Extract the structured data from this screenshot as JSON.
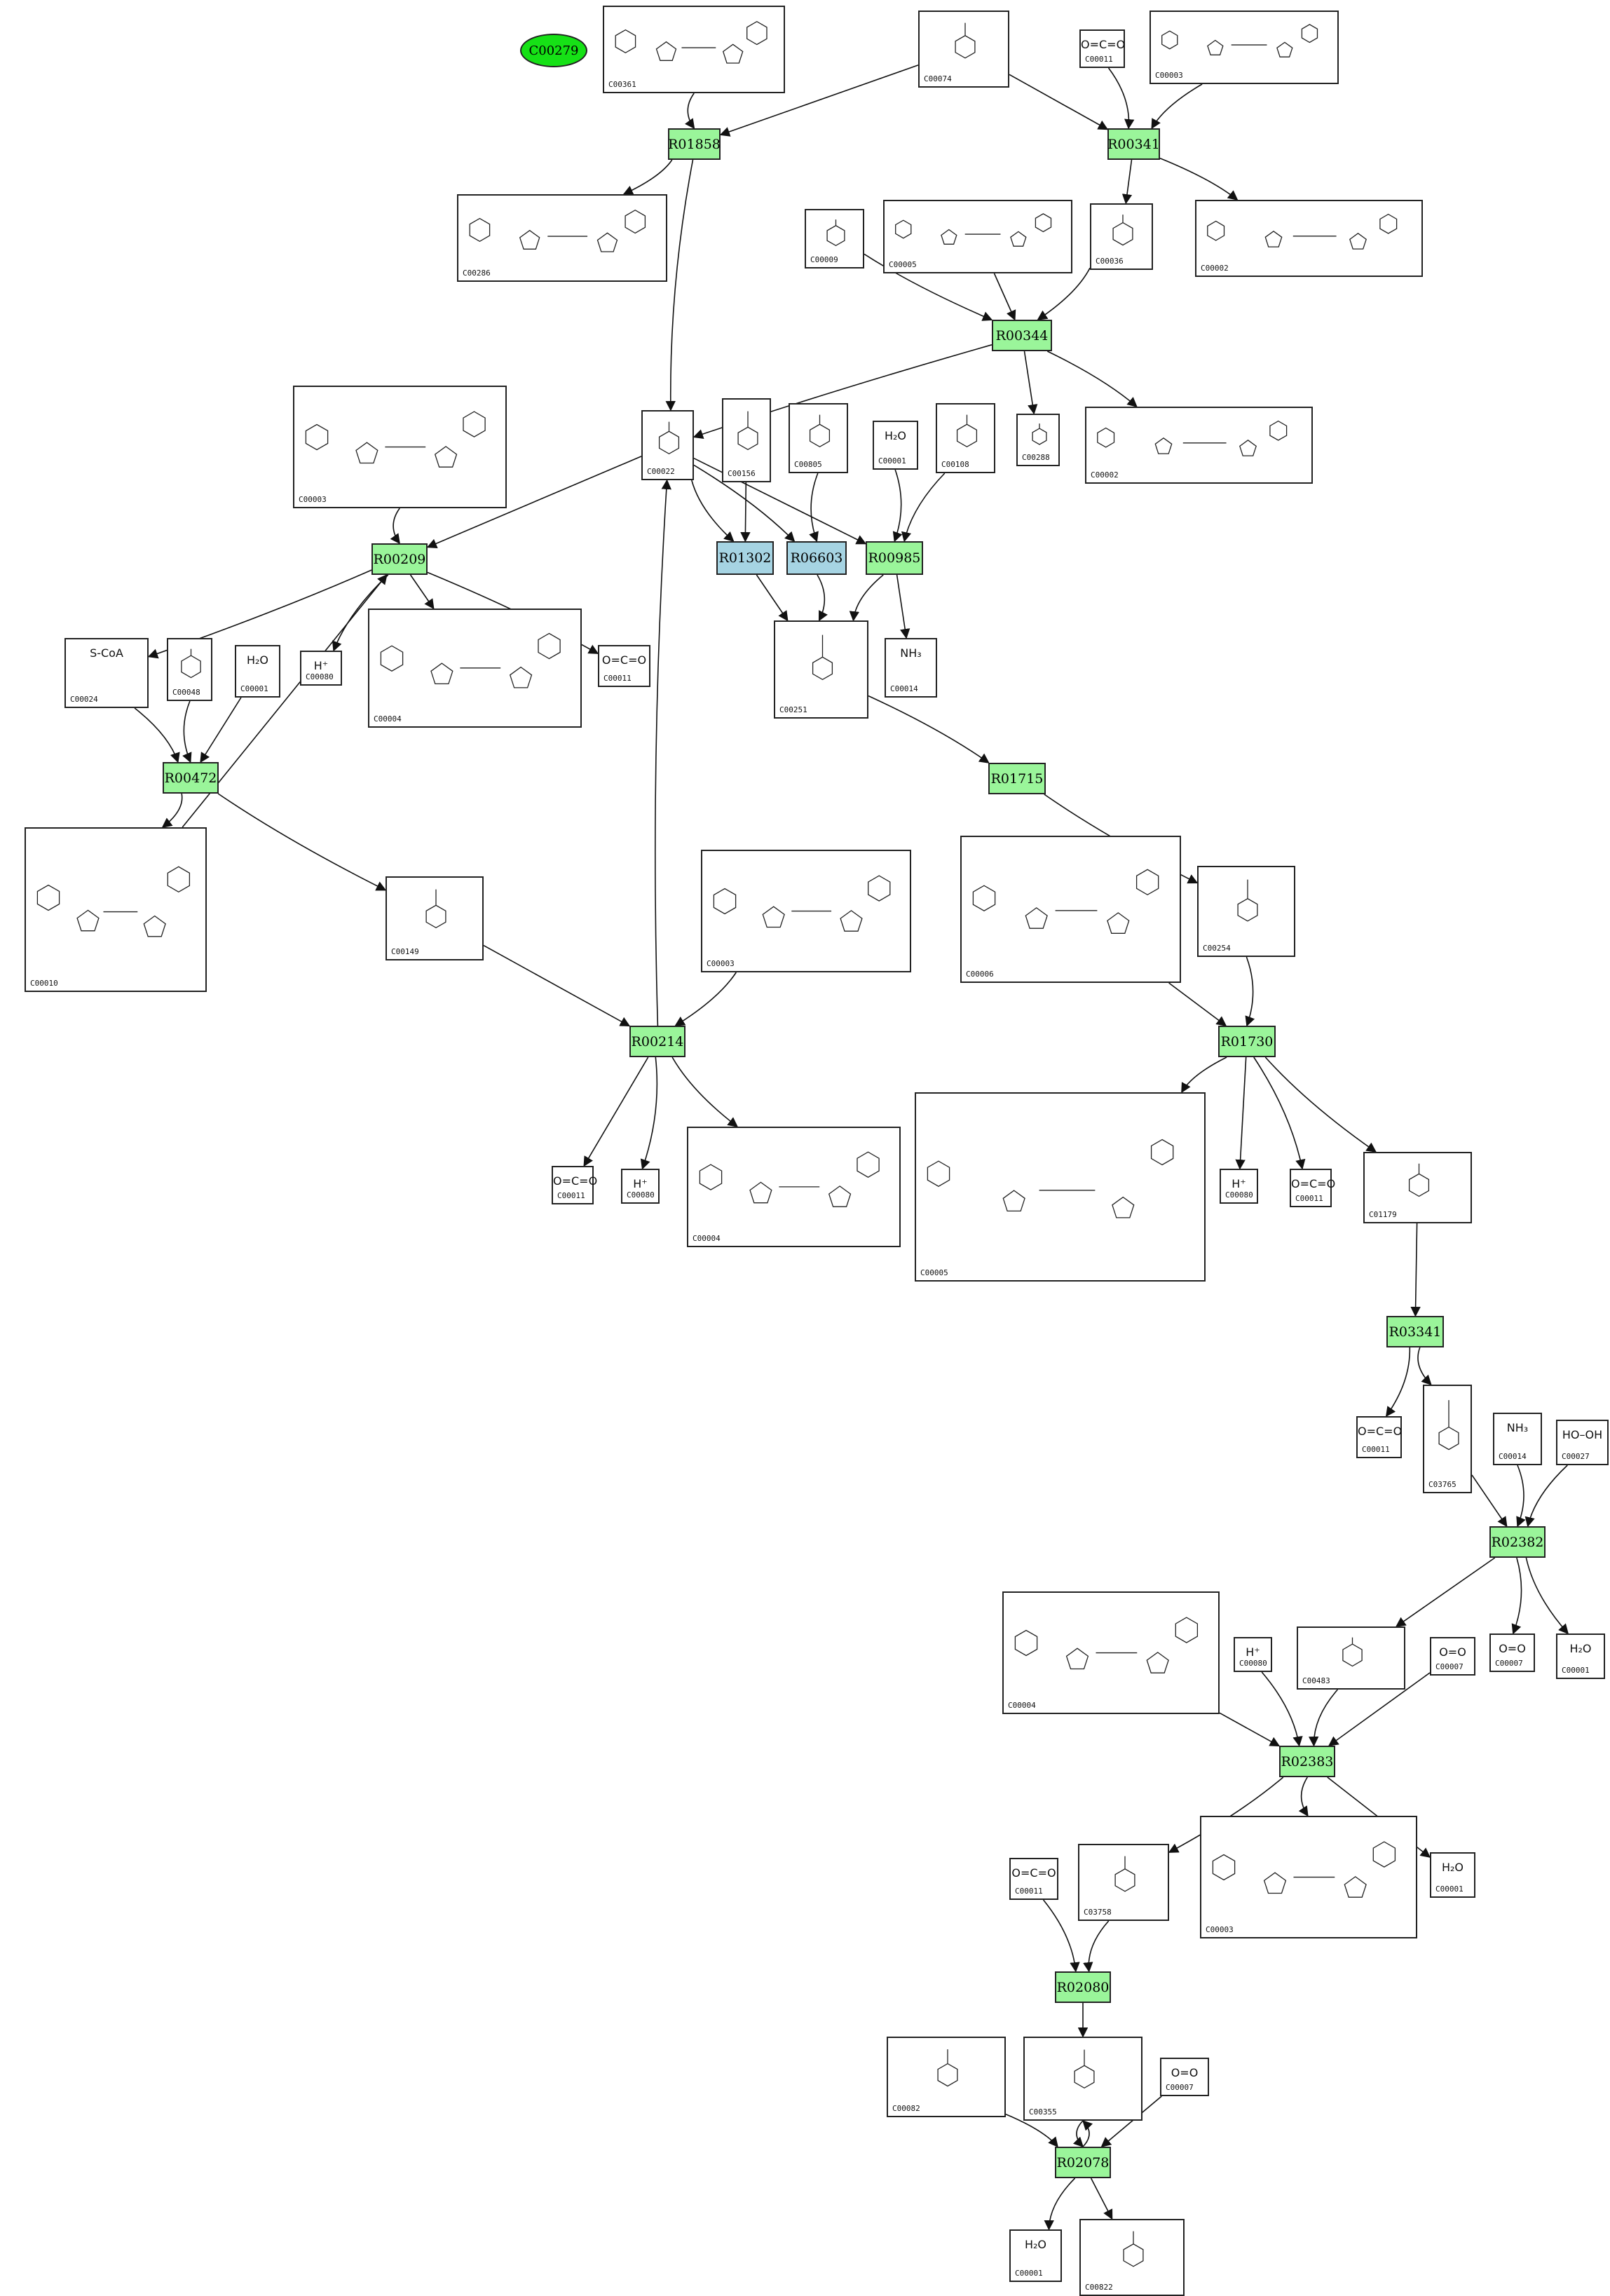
{
  "colors": {
    "reaction_default": "#9af59a",
    "reaction_highlight": "#a6d4e3",
    "start_compound": "#16e116"
  },
  "start_node": {
    "id": "C00279"
  },
  "reactions": [
    {
      "id": "R01858",
      "color": "green"
    },
    {
      "id": "R00341",
      "color": "green"
    },
    {
      "id": "R00344",
      "color": "green"
    },
    {
      "id": "R00209",
      "color": "green"
    },
    {
      "id": "R01302",
      "color": "blue"
    },
    {
      "id": "R06603",
      "color": "blue"
    },
    {
      "id": "R00985",
      "color": "green"
    },
    {
      "id": "R00472",
      "color": "green"
    },
    {
      "id": "R01715",
      "color": "green"
    },
    {
      "id": "R00214",
      "color": "green"
    },
    {
      "id": "R01730",
      "color": "green"
    },
    {
      "id": "R03341",
      "color": "green"
    },
    {
      "id": "R02382",
      "color": "green"
    },
    {
      "id": "R02383",
      "color": "green"
    },
    {
      "id": "R02080",
      "color": "green"
    },
    {
      "id": "R02078",
      "color": "green"
    }
  ],
  "compounds": [
    {
      "id": "C00361",
      "label": "",
      "kind": "nucleotide"
    },
    {
      "id": "C00074",
      "label": "",
      "kind": "small"
    },
    {
      "id": "C00011",
      "label": "O=C=O",
      "kind": "text"
    },
    {
      "id": "C00003",
      "label": "",
      "kind": "nucleotide"
    },
    {
      "id": "C00286",
      "label": "",
      "kind": "nucleotide"
    },
    {
      "id": "C00009",
      "label": "",
      "kind": "small"
    },
    {
      "id": "C00005",
      "label": "",
      "kind": "nucleotide"
    },
    {
      "id": "C00036",
      "label": "",
      "kind": "small"
    },
    {
      "id": "C00002",
      "label": "",
      "kind": "nucleotide"
    },
    {
      "id": "C00022",
      "label": "",
      "kind": "small"
    },
    {
      "id": "C00156",
      "label": "",
      "kind": "small"
    },
    {
      "id": "C00805",
      "label": "",
      "kind": "small"
    },
    {
      "id": "C00001",
      "label": "H₂O",
      "kind": "text"
    },
    {
      "id": "C00108",
      "label": "",
      "kind": "small"
    },
    {
      "id": "C00288",
      "label": "",
      "kind": "small"
    },
    {
      "id": "C00024",
      "label": "S-CoA",
      "kind": "text"
    },
    {
      "id": "C00048",
      "label": "",
      "kind": "small"
    },
    {
      "id": "C00080",
      "label": "H⁺",
      "kind": "text"
    },
    {
      "id": "C00004",
      "label": "",
      "kind": "nucleotide"
    },
    {
      "id": "C00251",
      "label": "",
      "kind": "small"
    },
    {
      "id": "C00014",
      "label": "NH₃",
      "kind": "text"
    },
    {
      "id": "C00010",
      "label": "",
      "kind": "nucleotide"
    },
    {
      "id": "C00149",
      "label": "",
      "kind": "small"
    },
    {
      "id": "C00006",
      "label": "",
      "kind": "nucleotide"
    },
    {
      "id": "C00254",
      "label": "",
      "kind": "small"
    },
    {
      "id": "C01179",
      "label": "",
      "kind": "small"
    },
    {
      "id": "C03765",
      "label": "",
      "kind": "small"
    },
    {
      "id": "C00027",
      "label": "HO–OH",
      "kind": "text"
    },
    {
      "id": "C00483",
      "label": "",
      "kind": "small"
    },
    {
      "id": "C00007",
      "label": "O=O",
      "kind": "text"
    },
    {
      "id": "C03758",
      "label": "",
      "kind": "small"
    },
    {
      "id": "C00082",
      "label": "",
      "kind": "small"
    },
    {
      "id": "C00355",
      "label": "",
      "kind": "small"
    },
    {
      "id": "C00822",
      "label": "",
      "kind": "small"
    }
  ]
}
